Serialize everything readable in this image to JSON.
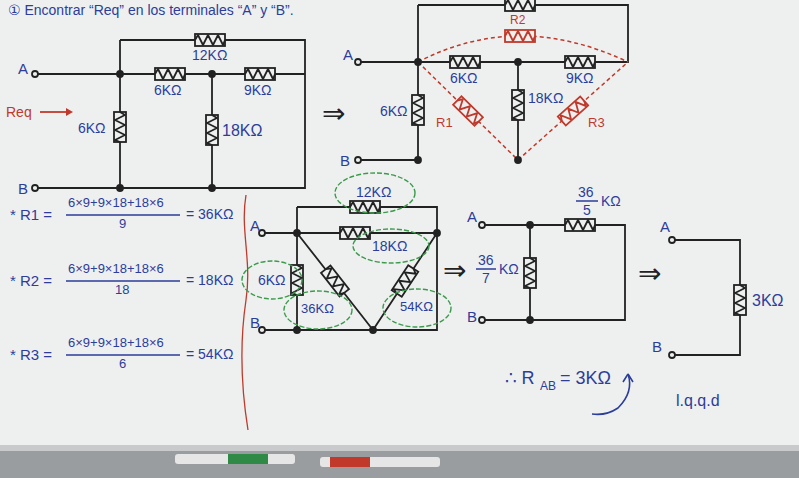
{
  "diagram": {
    "title": "① Encontrar “Req” en los terminales “A” y “B”.",
    "labels": [
      "12KΩ",
      "A",
      "6KΩ",
      "9KΩ",
      "Req",
      "6KΩ",
      "18KΩ",
      "B",
      "⇒",
      "A",
      "R2",
      "6KΩ",
      "9KΩ",
      "6KΩ",
      "R1",
      "18KΩ",
      "R3",
      "B",
      "* R1 =",
      "6×9+9×18+18×6",
      "9",
      "= 36KΩ",
      "* R2 =",
      "6×9+9×18+18×6",
      "18",
      "= 18KΩ",
      "* R3 =",
      "6×9+9×18+18×6",
      "6",
      "= 54KΩ",
      "12KΩ",
      "A",
      "18KΩ",
      "6KΩ",
      "36KΩ",
      "54KΩ",
      "B",
      "⇒",
      "A",
      "36",
      "5",
      "KΩ",
      "36",
      "7",
      "KΩ",
      "B",
      "⇒",
      "A",
      "3KΩ",
      "B",
      "∴ R",
      "AB",
      "= 3KΩ",
      "l.q.q.d"
    ]
  }
}
